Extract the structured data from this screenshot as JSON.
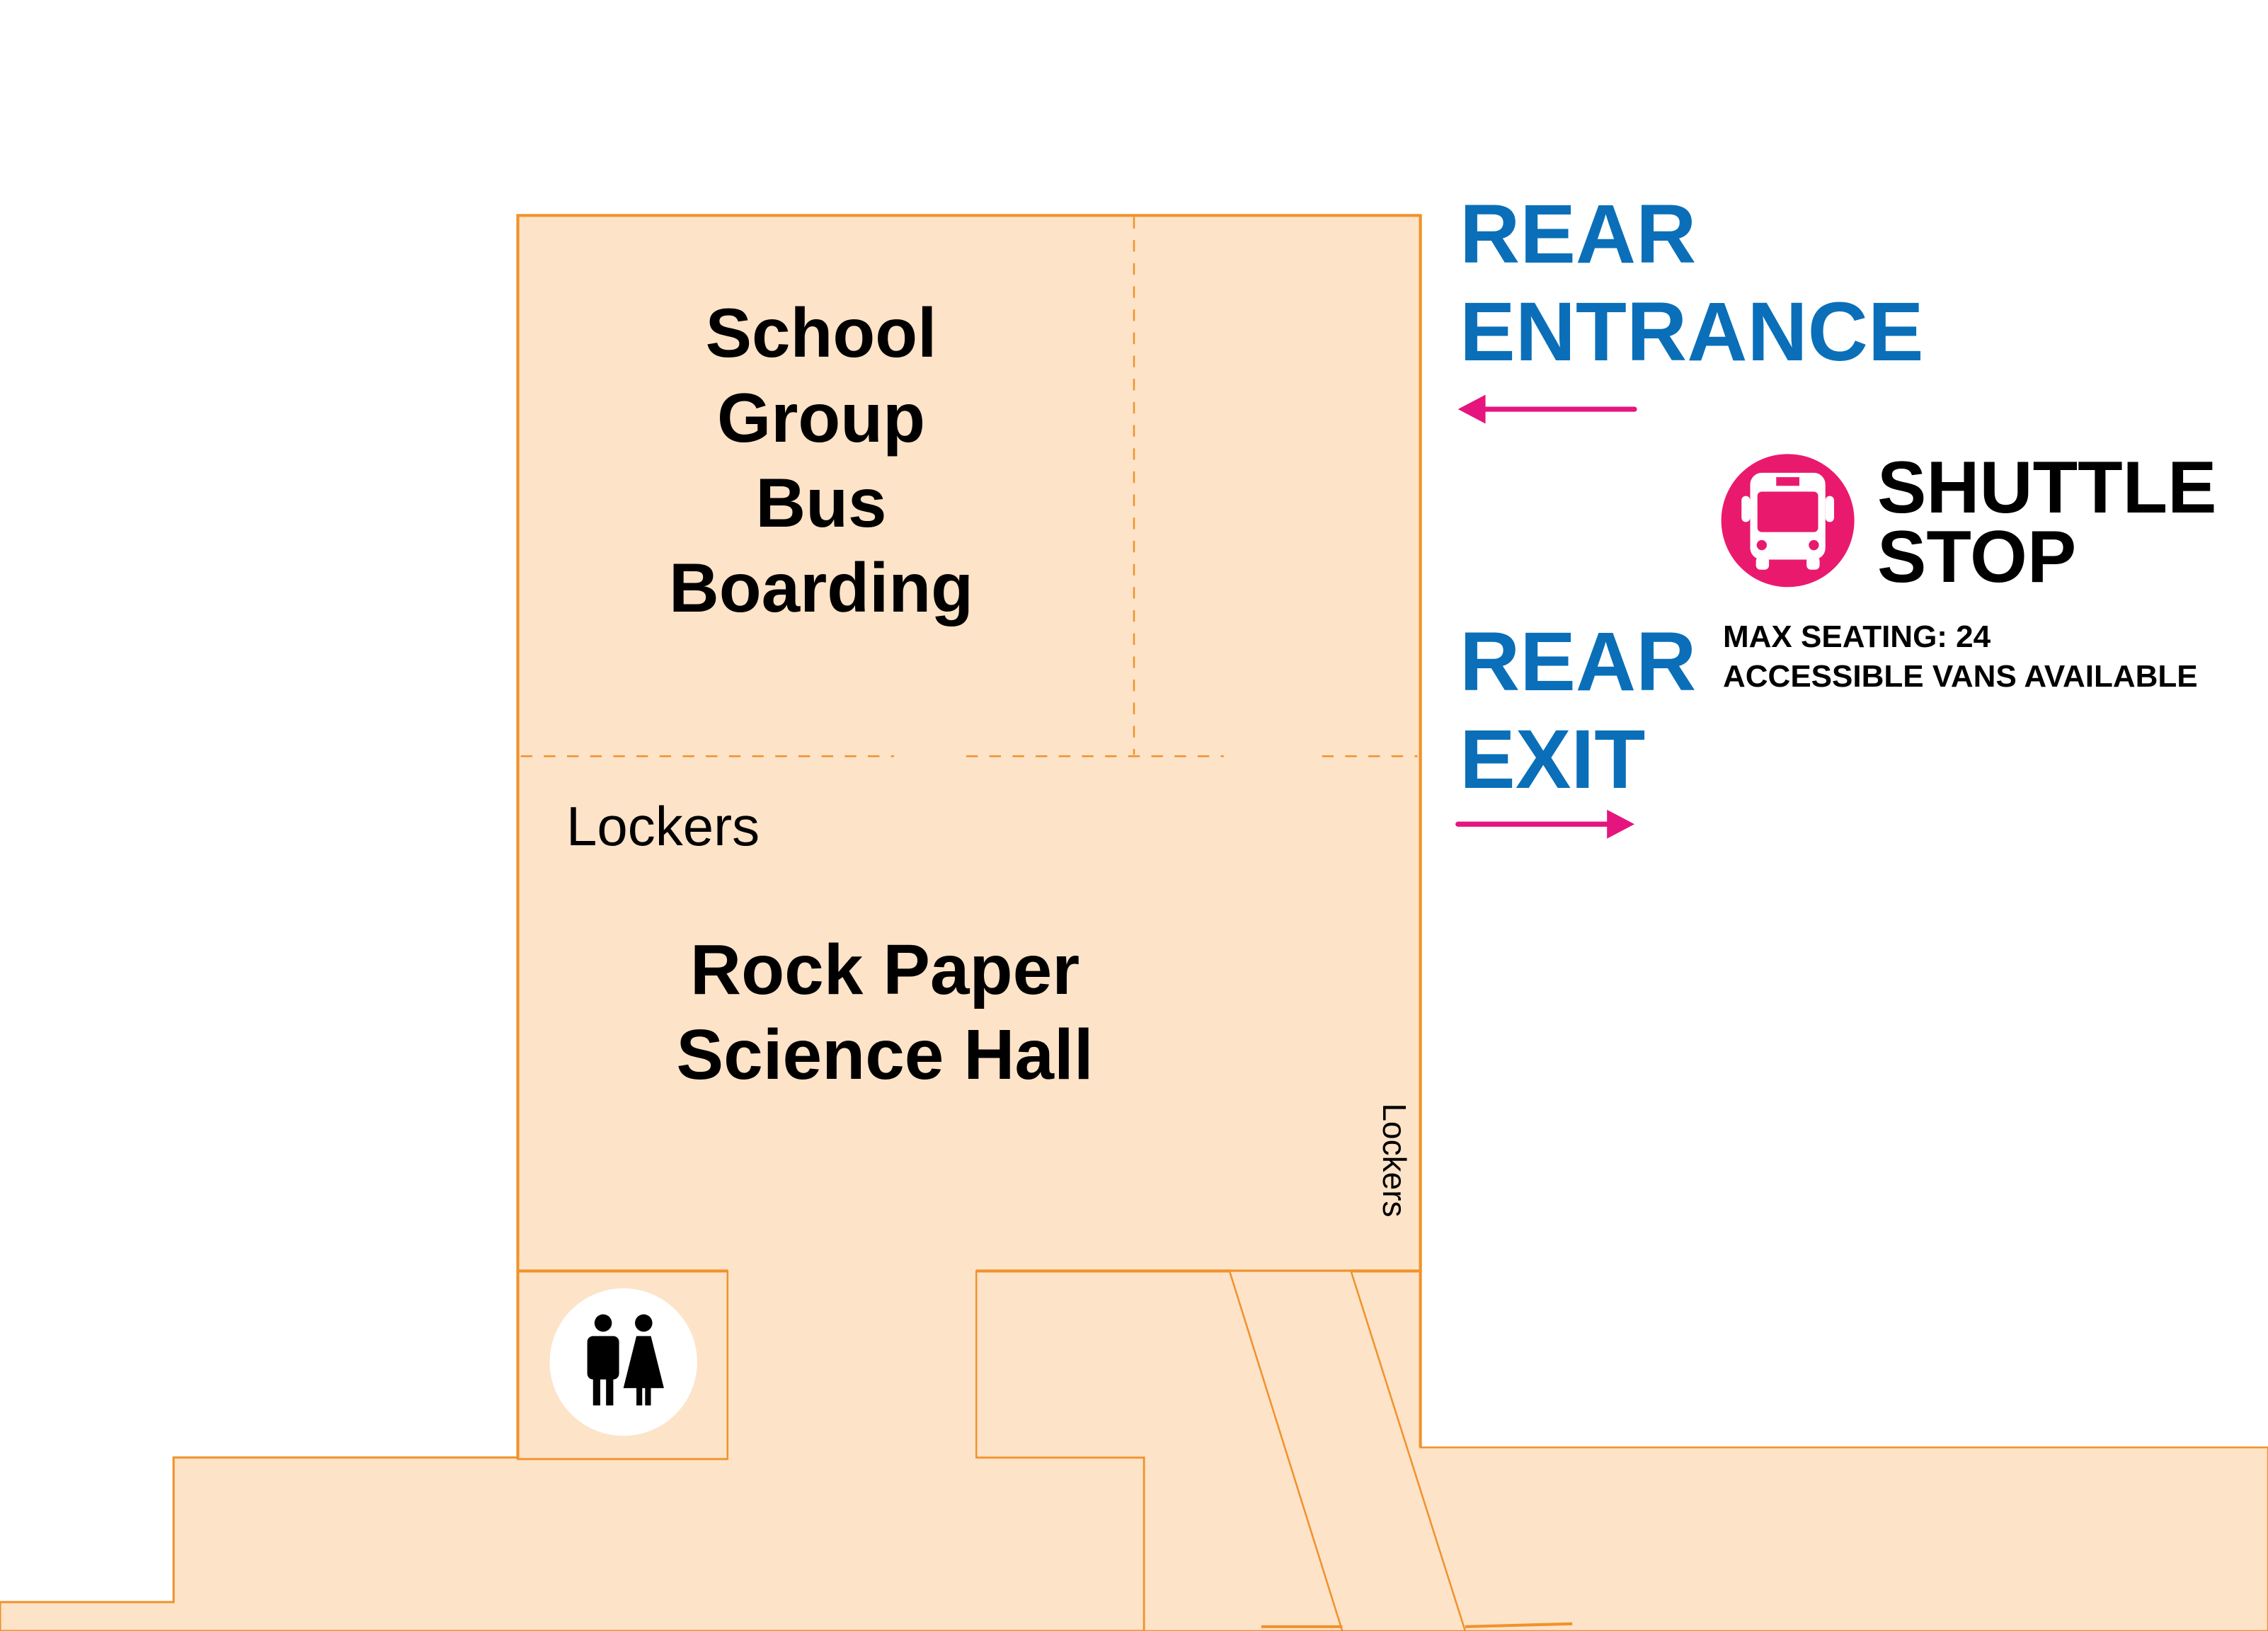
{
  "colors": {
    "floor_fill": "#fde3c8",
    "wall": "#f0922b",
    "entrance_text": "#0a6fb8",
    "arrow": "#e5147e",
    "shuttle_icon": "#e91a6e",
    "text": "#000000",
    "background": "#ffffff"
  },
  "rooms": {
    "bus_boarding": {
      "lines": [
        "School",
        "Group",
        "Bus",
        "Boarding"
      ]
    },
    "science_hall": {
      "lines": [
        "Rock Paper",
        "Science Hall"
      ]
    },
    "lockers_left": "Lockers",
    "lockers_right": "Lockers"
  },
  "signs": {
    "rear_entrance": {
      "line1": "REAR",
      "line2": "ENTRANCE",
      "arrow": "arrow-left"
    },
    "rear_exit": {
      "line1": "REAR",
      "line2": "EXIT",
      "arrow": "arrow-right"
    }
  },
  "shuttle": {
    "icon": "bus-icon",
    "title_line1": "SHUTTLE",
    "title_line2": "STOP",
    "max_seating": "MAX SEATING: 24",
    "accessible": "ACCESSIBLE VANS AVAILABLE"
  },
  "restroom": {
    "icon": "restroom-icon"
  }
}
